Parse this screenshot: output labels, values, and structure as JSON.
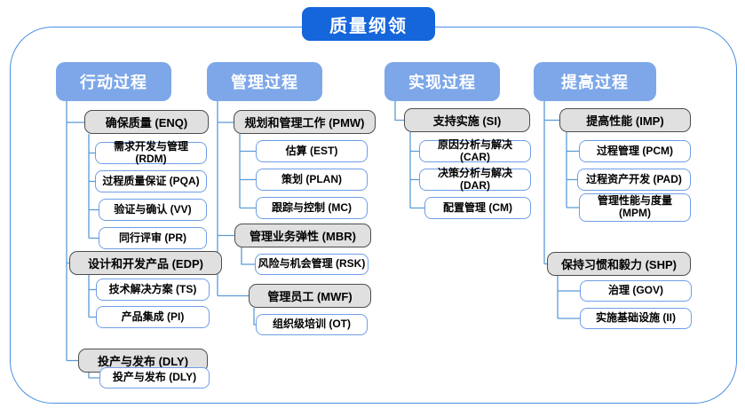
{
  "title": "质量纲领",
  "colors": {
    "title_blue": "#1565db",
    "header_blue": "#7da7e8",
    "gray_fill": "#e0e0e0",
    "gray_border": "#4d4d4d",
    "item_border": "#6f9ee8",
    "connector": "#5b9bd5",
    "frame_border": "#4a90e2"
  },
  "columns": [
    {
      "header": "行动过程",
      "groups": [
        {
          "label": "确保质量 (ENQ)",
          "items": [
            "需求开发与管理 (RDM)",
            "过程质量保证 (PQA)",
            "验证与确认 (VV)",
            "同行评审 (PR)"
          ]
        },
        {
          "label": "设计和开发产品 (EDP)",
          "items": [
            "技术解决方案 (TS)",
            "产品集成 (PI)"
          ]
        },
        {
          "label": "投产与发布 (DLY)",
          "items": [
            "投产与发布 (DLY)"
          ]
        }
      ]
    },
    {
      "header": "管理过程",
      "groups": [
        {
          "label": "规划和管理工作 (PMW)",
          "items": [
            "估算 (EST)",
            "策划 (PLAN)",
            "跟踪与控制 (MC)"
          ]
        },
        {
          "label": "管理业务弹性 (MBR)",
          "items": [
            "风险与机会管理 (RSK)"
          ]
        },
        {
          "label": "管理员工 (MWF)",
          "items": [
            "组织级培训 (OT)"
          ]
        }
      ]
    },
    {
      "header": "实现过程",
      "groups": [
        {
          "label": "支持实施 (SI)",
          "items": [
            "原因分析与解决 (CAR)",
            "决策分析与解决 (DAR)",
            "配置管理 (CM)"
          ]
        }
      ]
    },
    {
      "header": "提高过程",
      "groups": [
        {
          "label": "提高性能 (IMP)",
          "items": [
            "过程管理 (PCM)",
            "过程资产开发 (PAD)",
            "管理性能与度量 (MPM)"
          ]
        },
        {
          "label": "保持习惯和毅力 (SHP)",
          "items": [
            "治理 (GOV)",
            "实施基础设施 (II)"
          ]
        }
      ]
    }
  ]
}
